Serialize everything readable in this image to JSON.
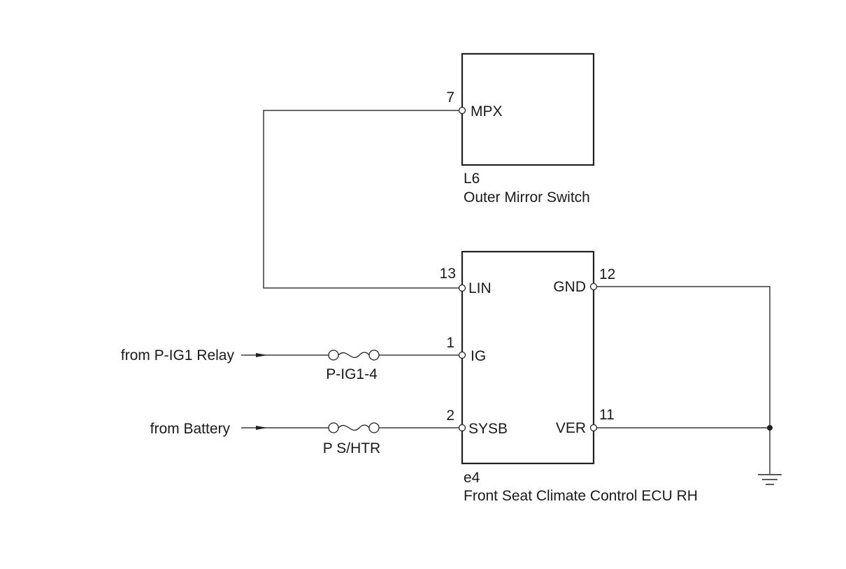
{
  "components": {
    "mirror_switch": {
      "code": "L6",
      "name": "Outer Mirror Switch",
      "pins": [
        {
          "number": "7",
          "name": "MPX"
        }
      ]
    },
    "climate_ecu": {
      "code": "e4",
      "name": "Front Seat Climate Control ECU RH",
      "pins_left": [
        {
          "number": "13",
          "name": "LIN"
        },
        {
          "number": "1",
          "name": "IG"
        },
        {
          "number": "2",
          "name": "SYSB"
        }
      ],
      "pins_right": [
        {
          "number": "12",
          "name": "GND"
        },
        {
          "number": "11",
          "name": "VER"
        }
      ]
    }
  },
  "sources": {
    "relay": "from P-IG1 Relay",
    "battery": "from Battery"
  },
  "fuses": {
    "ig": "P-IG1-4",
    "battery": "P S/HTR"
  }
}
